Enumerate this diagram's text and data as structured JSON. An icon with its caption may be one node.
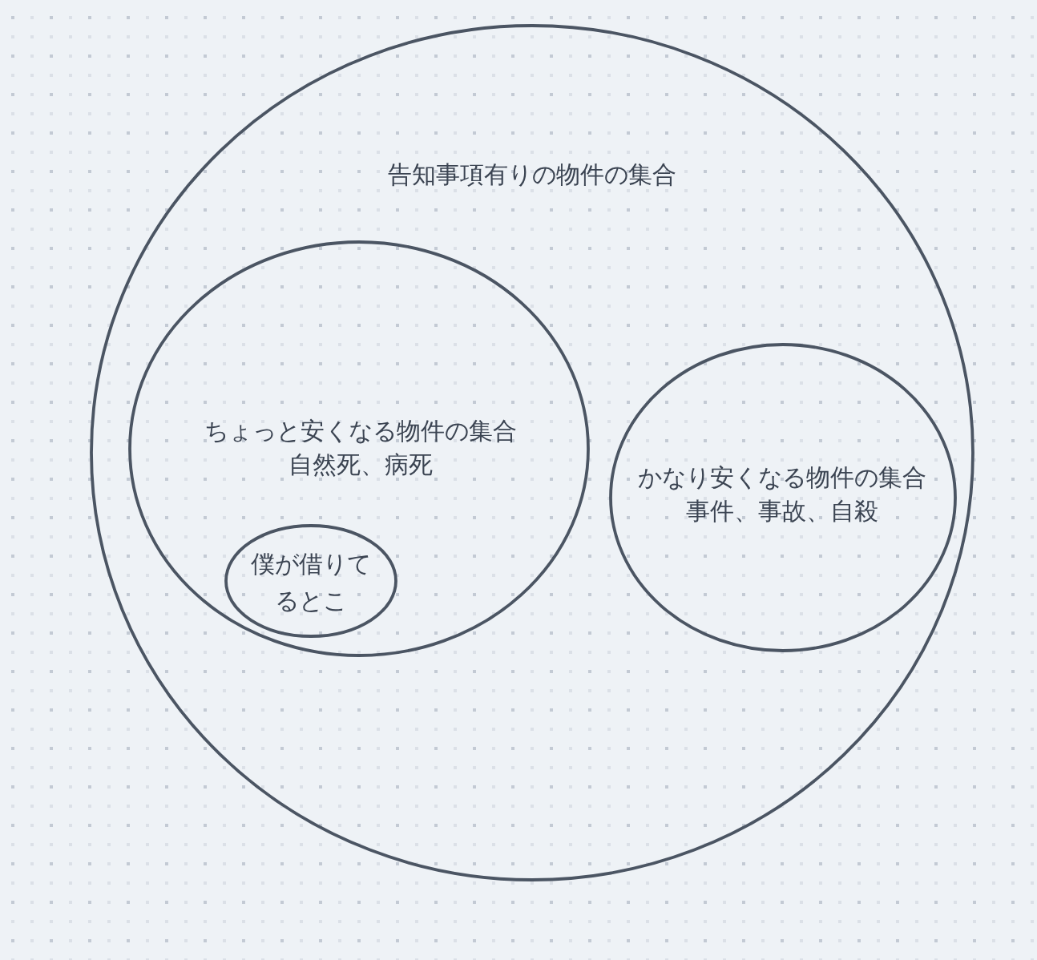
{
  "diagram": {
    "nodes": [
      {
        "text": [
          "告知事項有りの物件の集合"
        ]
      },
      {
        "text": [
          "ちょっと安くなる物件の集合",
          "自然死、病死"
        ],
        "in": 0
      },
      {
        "text": [
          "僕が借りてるとこ"
        ],
        "in": 1
      },
      {
        "text": [
          "かなり安くなる物件の集合",
          "事件、事故、自殺"
        ],
        "in": 0
      }
    ]
  }
}
